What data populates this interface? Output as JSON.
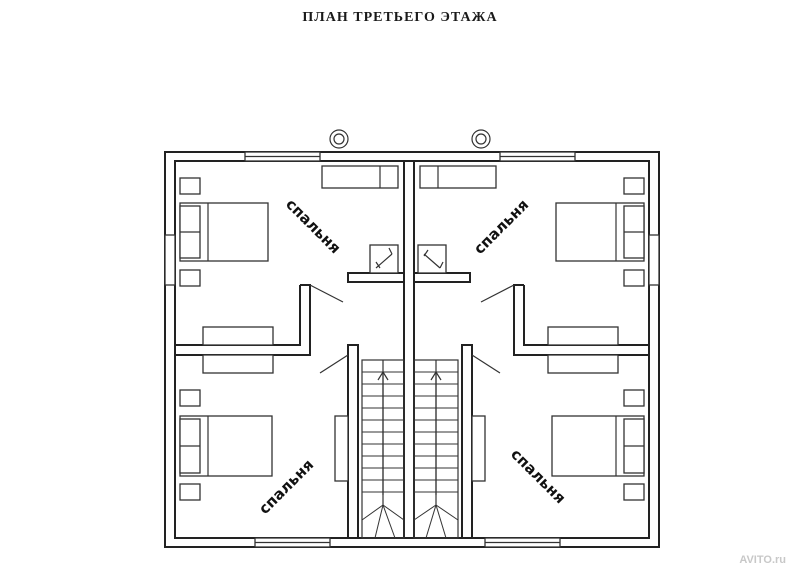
{
  "title": "ПЛАН ТРЕТЬЕГО ЭТАЖА",
  "rooms": [
    {
      "label": "спальня"
    },
    {
      "label": "спальня"
    },
    {
      "label": "спальня"
    },
    {
      "label": "спальня"
    }
  ],
  "watermark": "AVITO.ru"
}
